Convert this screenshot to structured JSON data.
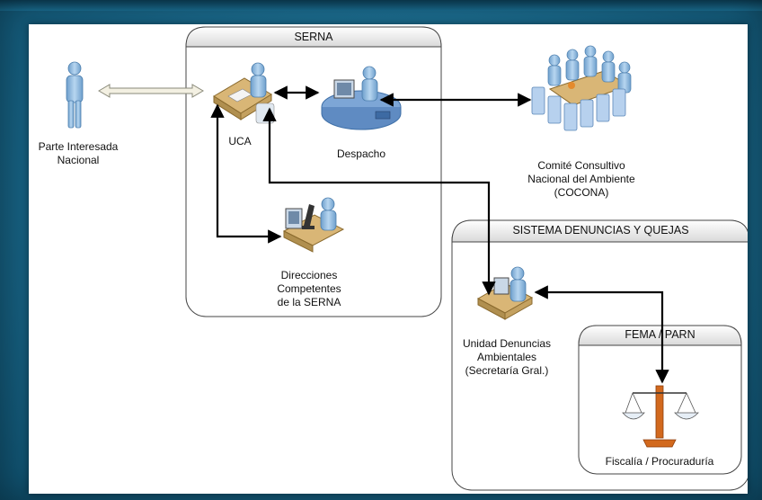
{
  "groups": {
    "serna": "SERNA",
    "sistema": "SISTEMA DENUNCIAS Y QUEJAS",
    "fema": "FEMA / PARN"
  },
  "nodes": {
    "parte": [
      "Parte Interesada",
      "Nacional"
    ],
    "uca": "UCA",
    "despacho": "Despacho",
    "comite": [
      "Comité Consultivo",
      "Nacional del Ambiente",
      "(COCONA)"
    ],
    "direcciones": [
      "Direcciones",
      "Competentes",
      "de la SERNA"
    ],
    "unidad": [
      "Unidad Denuncias",
      "Ambientales",
      "(Secretaría Gral.)"
    ],
    "fiscalia": "Fiscalía / Procuraduría"
  },
  "colors": {
    "background": "#1b6a8c",
    "person": "#8fbde3",
    "desk": "#d9b676",
    "scale": "#d2691e"
  },
  "icons": [
    "person-icon",
    "desk-worker-icon",
    "computer-desk-icon",
    "meeting-table-icon",
    "microscope-desk-icon",
    "scales-of-justice-icon"
  ]
}
